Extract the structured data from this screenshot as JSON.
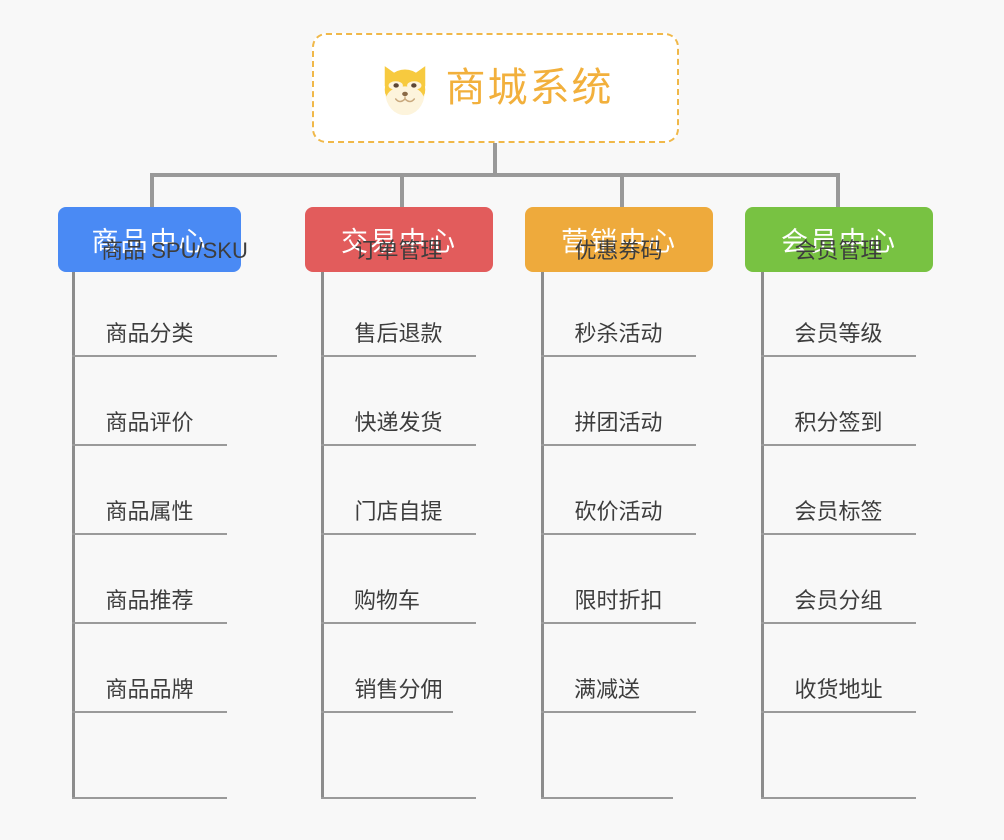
{
  "diagram": {
    "type": "mindmap",
    "background_color": "#f8f8f8",
    "connector_color": "#999999",
    "root": {
      "title": "商城系统",
      "icon": "shiba-dog-face-icon",
      "text_color": "#f2b03c",
      "border_color": "#f0b849",
      "background_color": "#ffffff"
    },
    "branches": [
      {
        "label": "商品中心",
        "color": "#4a8af4",
        "items": [
          "商品 SPU/SKU",
          "商品分类",
          "商品评价",
          "商品属性",
          "商品推荐",
          "商品品牌"
        ]
      },
      {
        "label": "交易中心",
        "color": "#e25c5c",
        "items": [
          "订单管理",
          "售后退款",
          "快递发货",
          "门店自提",
          "购物车",
          "销售分佣"
        ]
      },
      {
        "label": "营销中心",
        "color": "#eeaa3c",
        "items": [
          "优惠券码",
          "秒杀活动",
          "拼团活动",
          "砍价活动",
          "限时折扣",
          "满减送"
        ]
      },
      {
        "label": "会员中心",
        "color": "#78c242",
        "items": [
          "会员管理",
          "会员等级",
          "积分签到",
          "会员标签",
          "会员分组",
          "收货地址"
        ]
      }
    ]
  }
}
